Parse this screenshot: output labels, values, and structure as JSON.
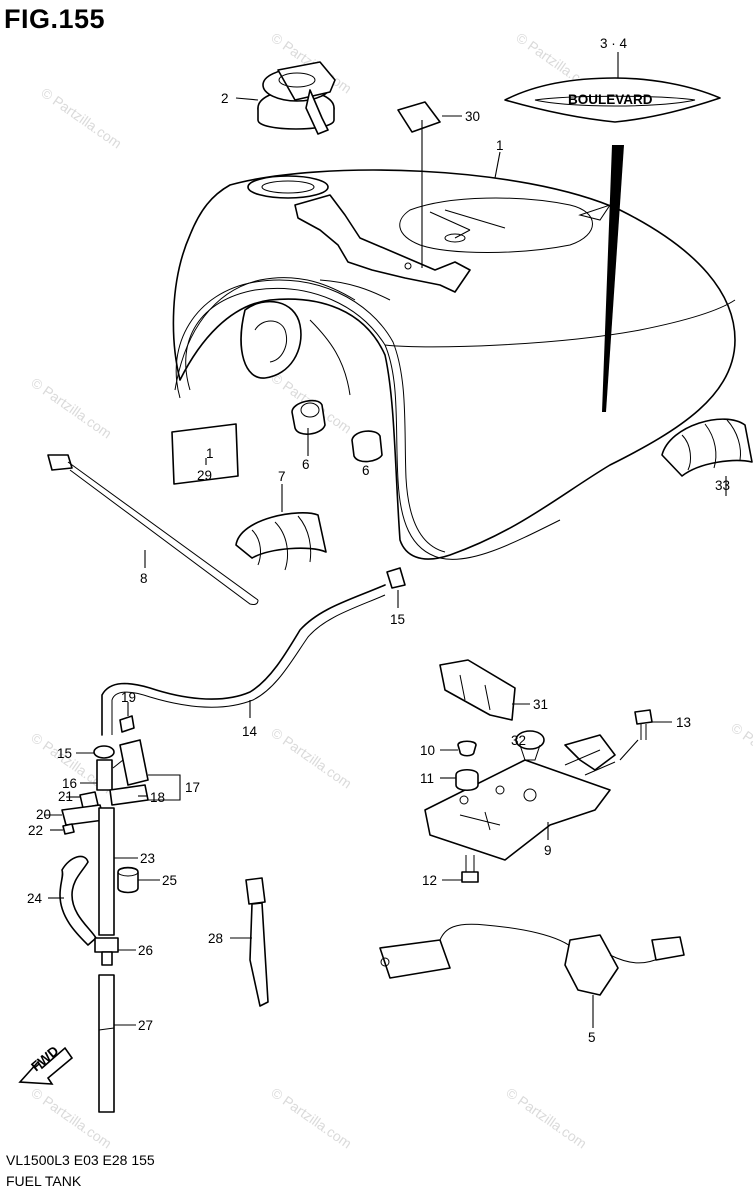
{
  "figure": {
    "title": "FIG.155"
  },
  "footer": {
    "model_code": "VL1500L3  E03  E28  155",
    "section_name": "FUEL TANK"
  },
  "watermark": {
    "text": "© Partzilla.com"
  },
  "emblem": {
    "text": "BOULEVARD"
  },
  "fwd_arrow": {
    "label": "FWD"
  },
  "callouts": {
    "c1": "1",
    "c2": "2",
    "c34": "3 · 4",
    "c30": "30",
    "c6a": "6",
    "c6b": "6",
    "c29a": "1",
    "c29b": "29",
    "c7": "7",
    "c8": "8",
    "c33": "33",
    "c15a": "15",
    "c19": "19",
    "c14": "14",
    "c15b": "15",
    "c16": "16",
    "c17": "17",
    "c18": "18",
    "c21": "21",
    "c20": "20",
    "c22": "22",
    "c23": "23",
    "c24": "24",
    "c25": "25",
    "c26": "26",
    "c27": "27",
    "c28": "28",
    "c31": "31",
    "c13": "13",
    "c32": "32",
    "c10": "10",
    "c11": "11",
    "c9": "9",
    "c12": "12",
    "c5": "5"
  }
}
